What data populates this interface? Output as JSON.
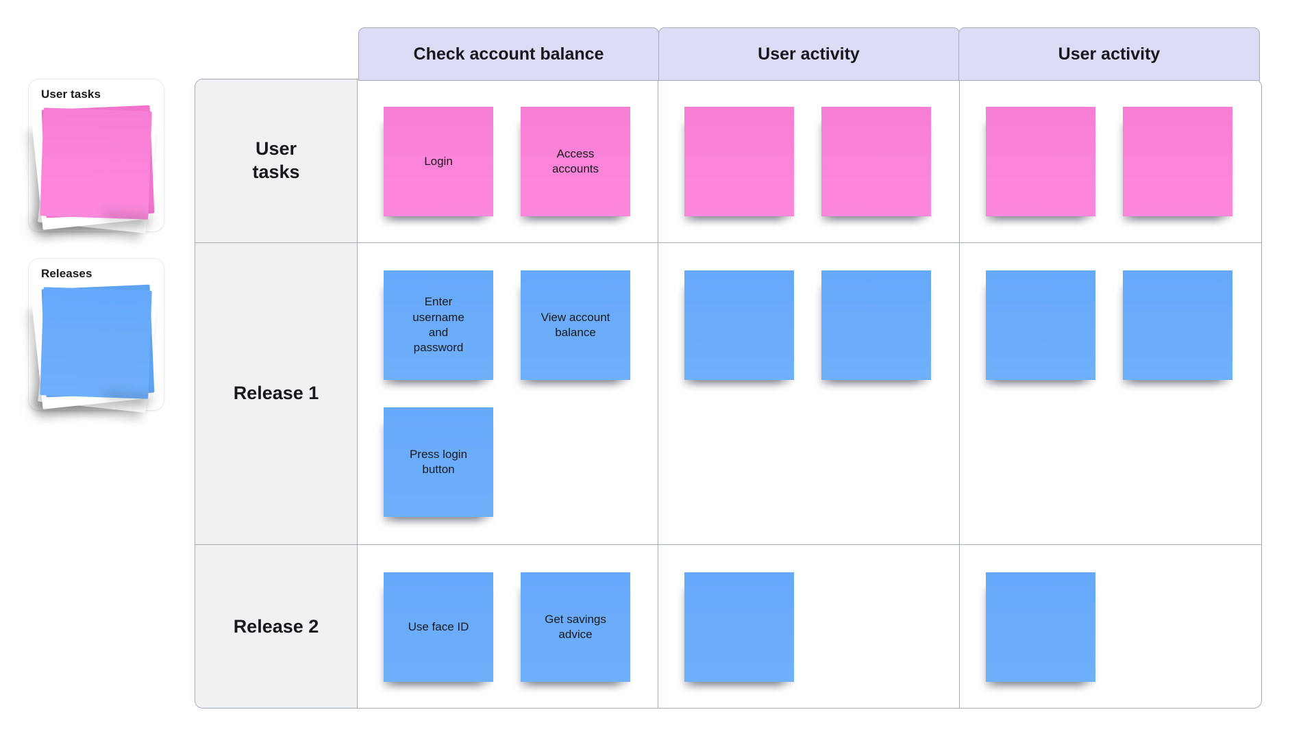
{
  "palette": {
    "pink": "#fa83d8",
    "blue": "#6badfb",
    "header_bg": "#dcdcf7",
    "label_col_bg": "#f0f1f3",
    "grid_border": "#a6acb6",
    "text": "#17191c"
  },
  "sidebar": {
    "cards": [
      {
        "label": "User tasks",
        "color": "pink"
      },
      {
        "label": "Releases",
        "color": "blue"
      }
    ]
  },
  "board": {
    "column_headers": [
      "Check account balance",
      "User activity",
      "User activity"
    ],
    "row_labels": [
      "User\ntasks",
      "Release 1",
      "Release 2"
    ],
    "cells": [
      {
        "row": "User tasks",
        "col": "Check account balance",
        "notes": [
          {
            "text": "Login",
            "color": "pink"
          },
          {
            "text": "Access\naccounts",
            "color": "pink"
          }
        ]
      },
      {
        "row": "User tasks",
        "col": "User activity",
        "notes": [
          {
            "text": "",
            "color": "pink"
          },
          {
            "text": "",
            "color": "pink"
          }
        ]
      },
      {
        "row": "User tasks",
        "col": "User activity",
        "notes": [
          {
            "text": "",
            "color": "pink"
          },
          {
            "text": "",
            "color": "pink"
          }
        ]
      },
      {
        "row": "Release 1",
        "col": "Check account balance",
        "notes": [
          {
            "text": "Enter\nusername\nand\npassword",
            "color": "blue"
          },
          {
            "text": "View account\nbalance",
            "color": "blue"
          },
          {
            "text": "Press login\nbutton",
            "color": "blue"
          }
        ]
      },
      {
        "row": "Release 1",
        "col": "User activity",
        "notes": [
          {
            "text": "",
            "color": "blue"
          },
          {
            "text": "",
            "color": "blue"
          }
        ]
      },
      {
        "row": "Release 1",
        "col": "User activity",
        "notes": [
          {
            "text": "",
            "color": "blue"
          },
          {
            "text": "",
            "color": "blue"
          }
        ]
      },
      {
        "row": "Release 2",
        "col": "Check account balance",
        "notes": [
          {
            "text": "Use face ID",
            "color": "blue"
          },
          {
            "text": "Get savings\nadvice",
            "color": "blue"
          }
        ]
      },
      {
        "row": "Release 2",
        "col": "User activity",
        "notes": [
          {
            "text": "",
            "color": "blue"
          }
        ]
      },
      {
        "row": "Release 2",
        "col": "User activity",
        "notes": [
          {
            "text": "",
            "color": "blue"
          }
        ]
      }
    ]
  }
}
